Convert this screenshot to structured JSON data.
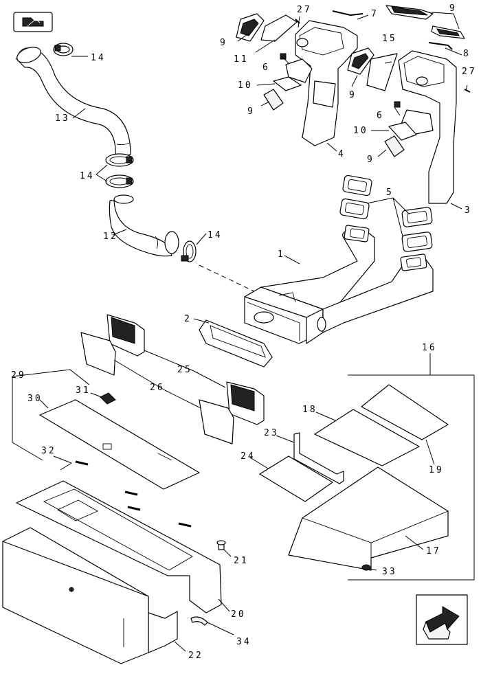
{
  "diagram": {
    "callouts": {
      "c1": "1",
      "c2": "2",
      "c3": "3",
      "c4": "4",
      "c5": "5",
      "c6a": "6",
      "c6b": "6",
      "c7": "7",
      "c8": "8",
      "c9a": "9",
      "c9b": "9",
      "c9c": "9",
      "c9d": "9",
      "c9e": "9",
      "c10a": "10",
      "c10b": "10",
      "c11": "11",
      "c12": "12",
      "c13": "13",
      "c14a": "14",
      "c14b": "14",
      "c14c": "14",
      "c15": "15",
      "c16": "16",
      "c17": "17",
      "c18": "18",
      "c19": "19",
      "c20": "20",
      "c21": "21",
      "c22": "22",
      "c23": "23",
      "c24": "24",
      "c25": "25",
      "c26": "26",
      "c27a": "27",
      "c27b": "27",
      "c29": "29",
      "c30": "30",
      "c31": "31",
      "c32": "32",
      "c33": "33",
      "c34": "34"
    },
    "icons": {
      "top_left": "book-icon",
      "bottom_right": "next-page-arrow-icon"
    }
  }
}
